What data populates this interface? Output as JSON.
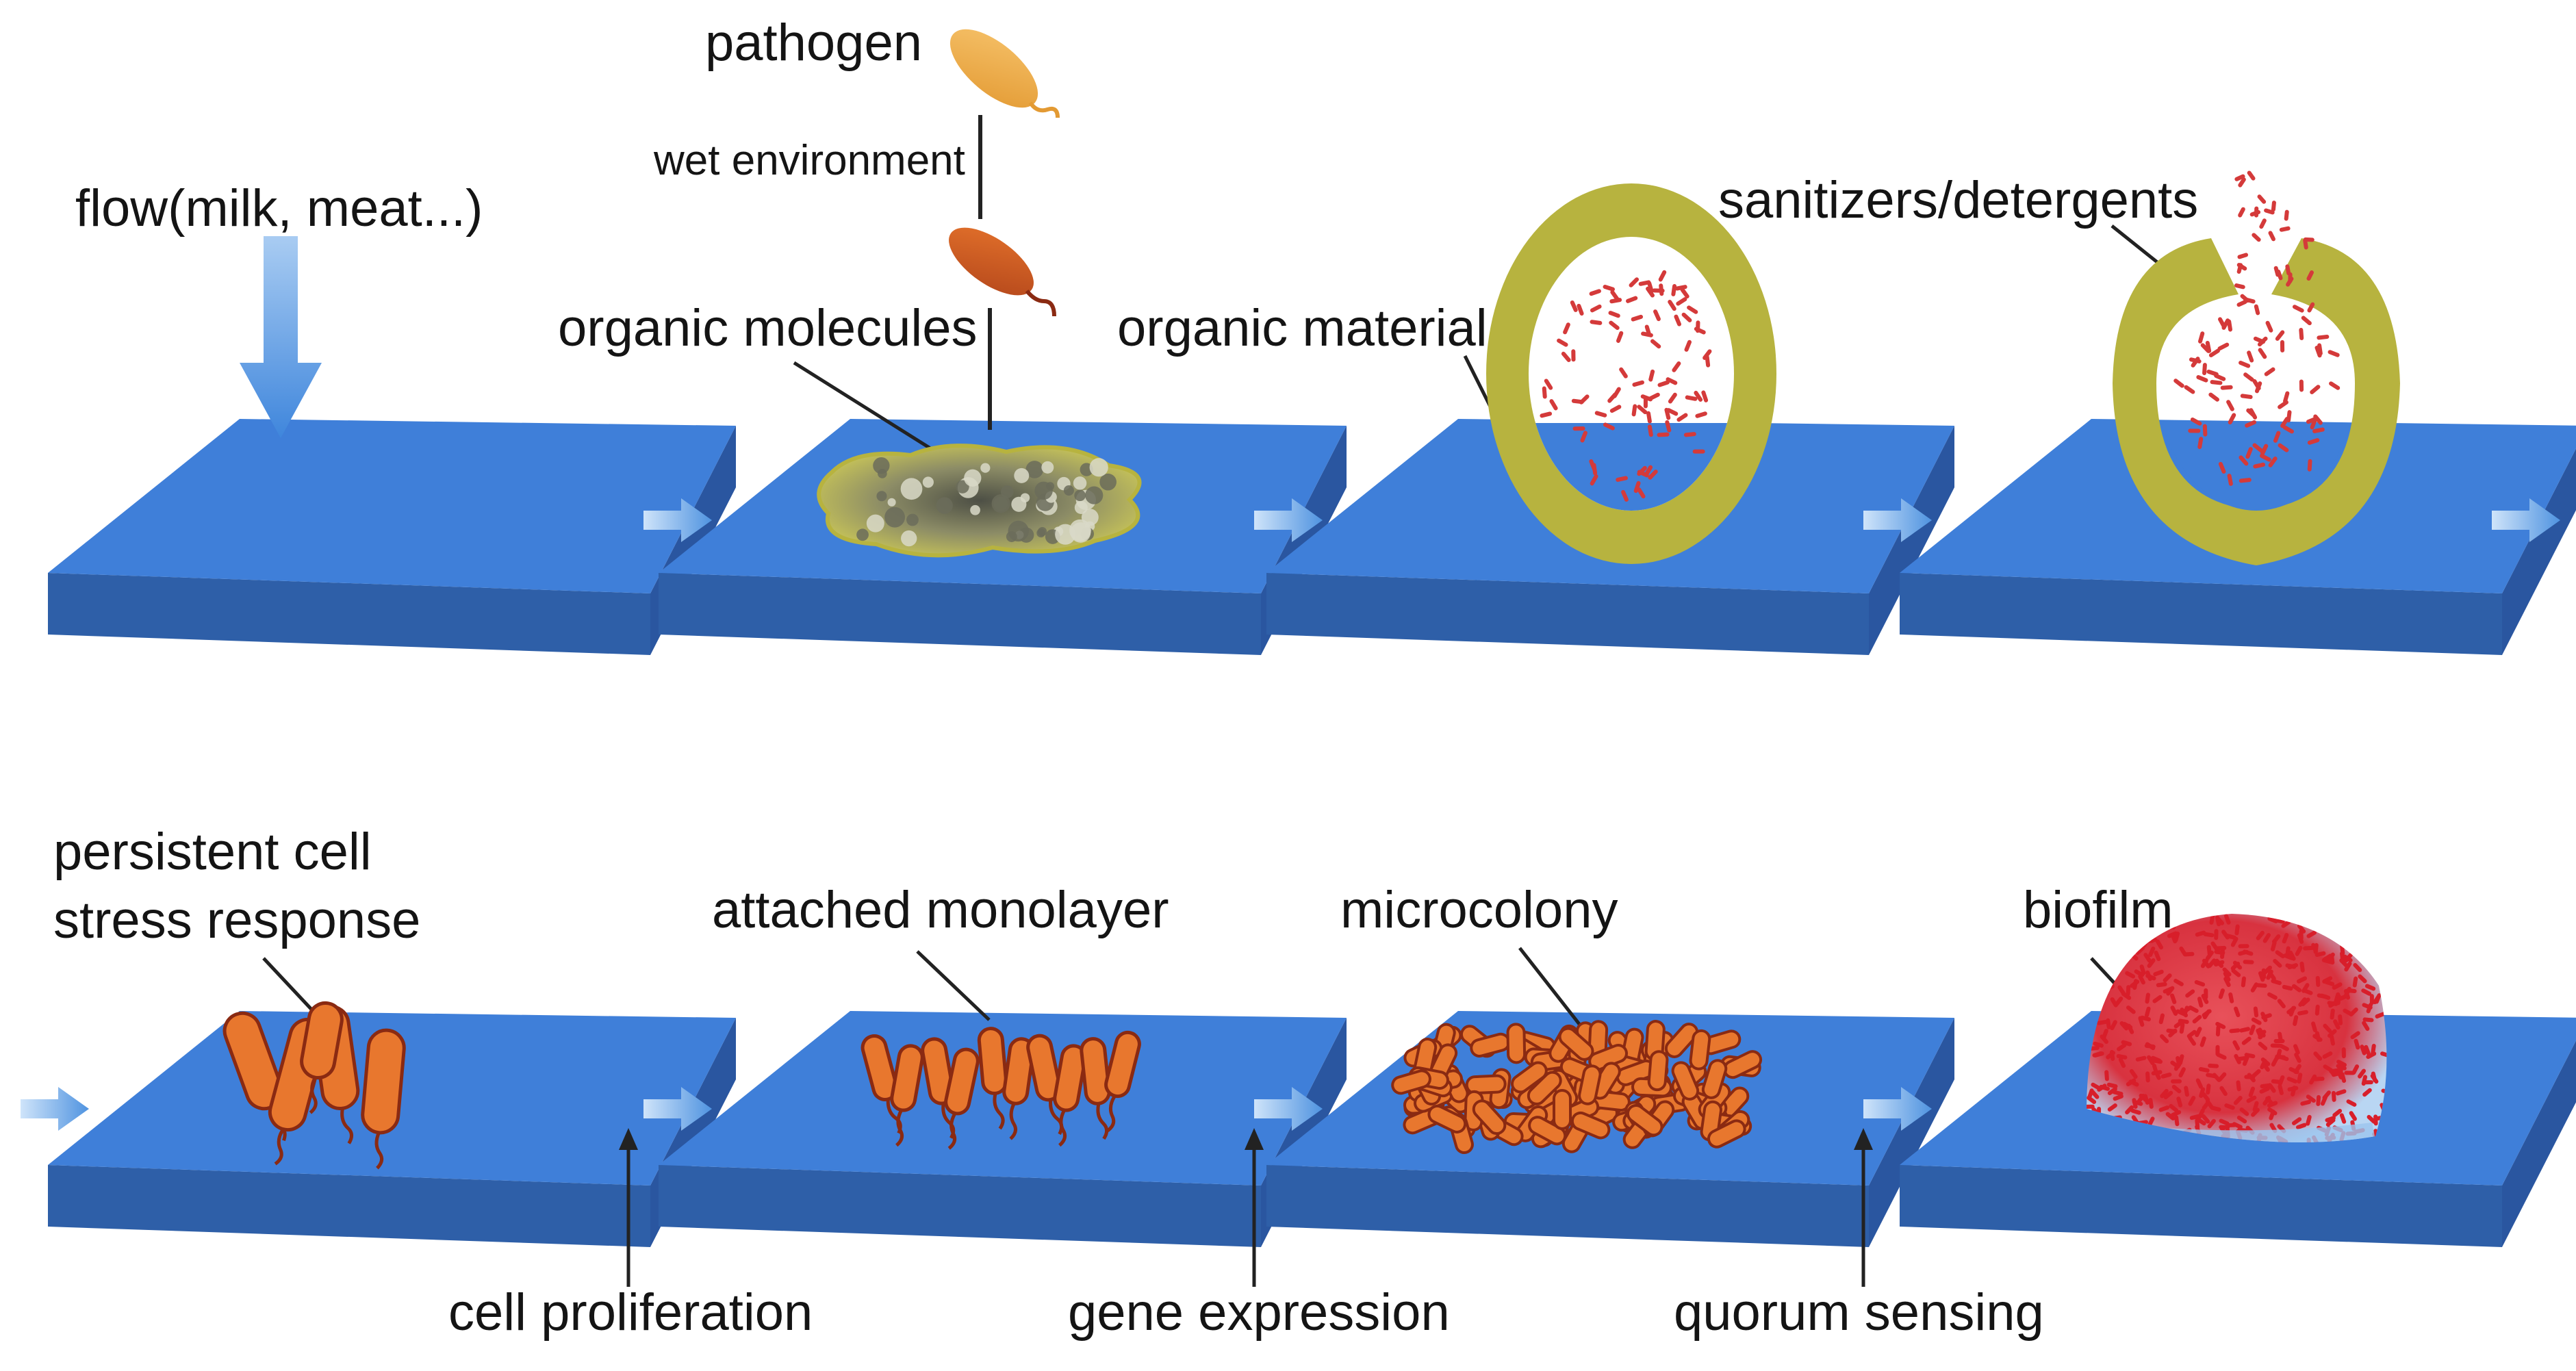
{
  "colors": {
    "plate_top": "#3f7fd9",
    "plate_left": "#3a73c6",
    "plate_front": "#2e5fa8",
    "flow_arrow": "#5a9ae0",
    "organic": "#b7b33f",
    "cell_fill": "#e8772e",
    "cell_stroke": "#8a2a12",
    "sanitizer": "#d43a3a",
    "biofilm_red": "#d81e2a",
    "biofilm_blue": "#9cc4ee"
  },
  "labels": {
    "flow": "flow(milk, meat...)",
    "pathogen": "pathogen",
    "wet_environment": "wet environment",
    "organic_molecules": "organic molecules",
    "organic_material": "organic material",
    "sanitizers": "sanitizers/detergents",
    "persistent_cell": "persistent cell",
    "stress_response": "stress response",
    "attached_monolayer": "attached monolayer",
    "microcolony": "microcolony",
    "biofilm": "biofilm",
    "cell_proliferation": "cell proliferation",
    "gene_expression": "gene expression",
    "quorum_sensing": "quorum sensing"
  },
  "icons": {
    "flow_arrow": "down-arrow-icon",
    "step_arrow": "right-arrow-icon",
    "pathogen": "bacterium-icon"
  }
}
